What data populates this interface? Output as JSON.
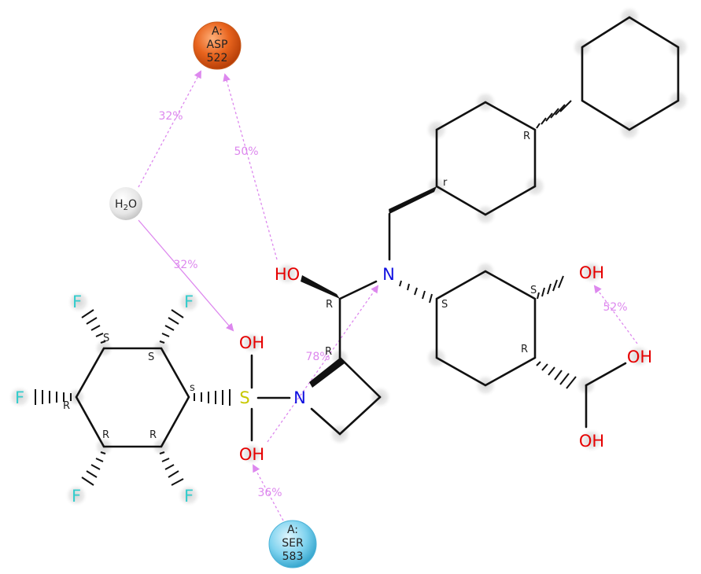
{
  "colors": {
    "bond": "#111111",
    "oxygen": "#e60000",
    "nitrogen": "#1010e0",
    "sulfur": "#c8c800",
    "fluorine": "#33cccc",
    "interaction": "#dd88ee",
    "halo": "#d9d9d9",
    "asp_residue": "#e8641e",
    "ser_residue": "#7fd3ef",
    "water": "#e6e6e6"
  },
  "residues": {
    "asp": {
      "chain": "A:",
      "name": "ASP",
      "number": "522"
    },
    "ser": {
      "chain": "A:",
      "name": "SER",
      "number": "583"
    }
  },
  "water": {
    "label_main": "H",
    "label_sub": "2",
    "label_end": "O"
  },
  "interactions": {
    "water_asp": "32%",
    "ho_asp": "50%",
    "water_so": "32%",
    "ser_oh": "36%",
    "intramolecular_n": "78%",
    "oh_oh": "52%"
  },
  "atoms": {
    "ho_left": "HO",
    "n_top": "N",
    "oh_ring": "OH",
    "oh_acid_top": "OH",
    "oh_acid_bottom": "OH",
    "oh_s_top": "OH",
    "oh_s_bottom": "OH",
    "s": "S",
    "n_azetidine": "N",
    "f_top_left": "F",
    "f_top_right": "F",
    "f_left": "F",
    "f_bottom_left": "F",
    "f_bottom_right": "F"
  },
  "stereo_labels": {
    "cyc_top_r": "R",
    "cyc_ch2": "r",
    "c_alpha": "R",
    "c_azet": "R",
    "ring2_s1": "S",
    "ring2_s2": "S",
    "ring2_r": "R",
    "ring3_s_top_left": "S",
    "ring3_s_top_right": "S",
    "ring3_s_right": "s",
    "ring3_r_left": "R",
    "ring3_r_bottom_left": "R",
    "ring3_r_bottom_right": "R"
  }
}
